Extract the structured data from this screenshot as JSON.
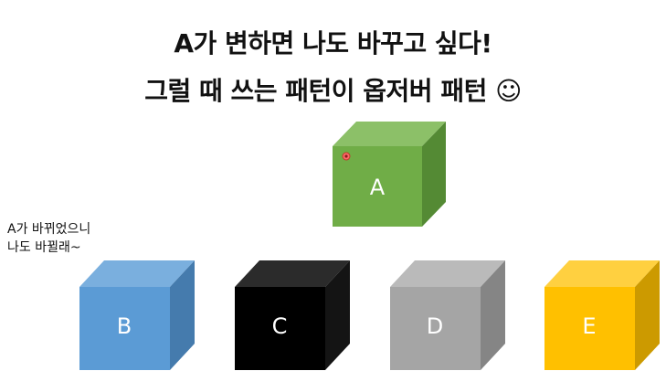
{
  "title": {
    "line1": "A가 변하면 나도 바꾸고 싶다!",
    "line2": "그럴 때 쓰는 패턴이 옵저버 패턴 ☺"
  },
  "note": {
    "line1": "A가 바뀌었으니",
    "line2": "나도 바뀔래~"
  },
  "cubes": [
    {
      "label": "A",
      "front": "#70AD47",
      "top": "#8CC068",
      "side": "#548A34"
    },
    {
      "label": "B",
      "front": "#5B9BD5",
      "top": "#7AAFDE",
      "side": "#457BAD"
    },
    {
      "label": "C",
      "front": "#000000",
      "top": "#2B2B2B",
      "side": "#141414"
    },
    {
      "label": "D",
      "front": "#A5A5A5",
      "top": "#BABABA",
      "side": "#858585"
    },
    {
      "label": "E",
      "front": "#FFC000",
      "top": "#FFD040",
      "side": "#CC9A00"
    }
  ]
}
